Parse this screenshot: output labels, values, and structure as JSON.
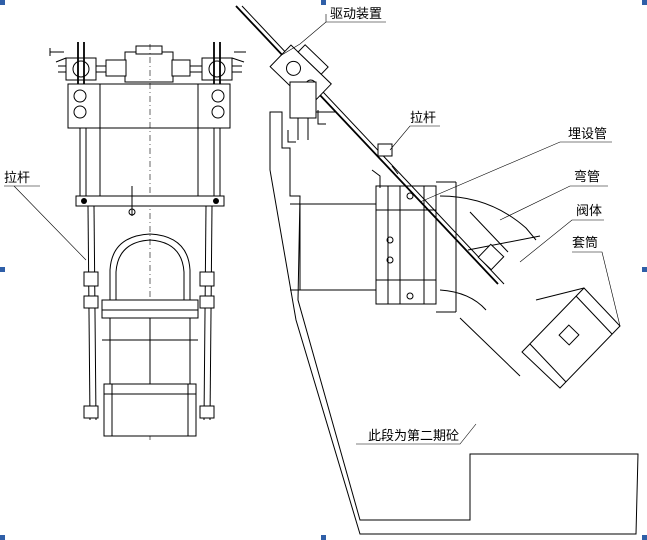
{
  "labels": {
    "drive_device": "驱动装置",
    "pull_rod_right": "拉杆",
    "pull_rod_left": "拉杆",
    "embedded_pipe": "埋设管",
    "elbow": "弯管",
    "valve_body": "阀体",
    "sleeve": "套筒",
    "second_stage_concrete": "此段为第二期砼"
  },
  "colors": {
    "line": "#000000",
    "selection_handle": "#2f5fa8"
  }
}
